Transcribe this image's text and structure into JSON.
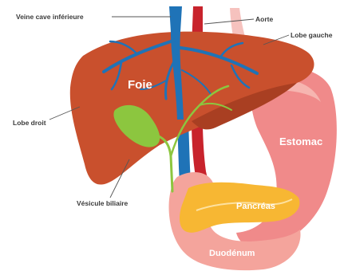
{
  "labels": {
    "vena_cava": "Veine cave inférieure",
    "aorta": "Aorte",
    "left_lobe": "Lobe gauche",
    "right_lobe": "Lobe droit",
    "liver": "Foie",
    "stomach": "Estomac",
    "gallbladder": "Vésicule biliaire",
    "pancreas": "Pancréas",
    "duodenum": "Duodénum"
  },
  "colors": {
    "liver": "#c9502d",
    "liver_dark": "#a93f22",
    "vein": "#1f73b7",
    "artery": "#c8232c",
    "bile": "#8cc63f",
    "stomach": "#f08a8a",
    "stomach_light": "#f6b5b0",
    "pancreas": "#f7b733",
    "duodenum": "#f4a49c"
  }
}
